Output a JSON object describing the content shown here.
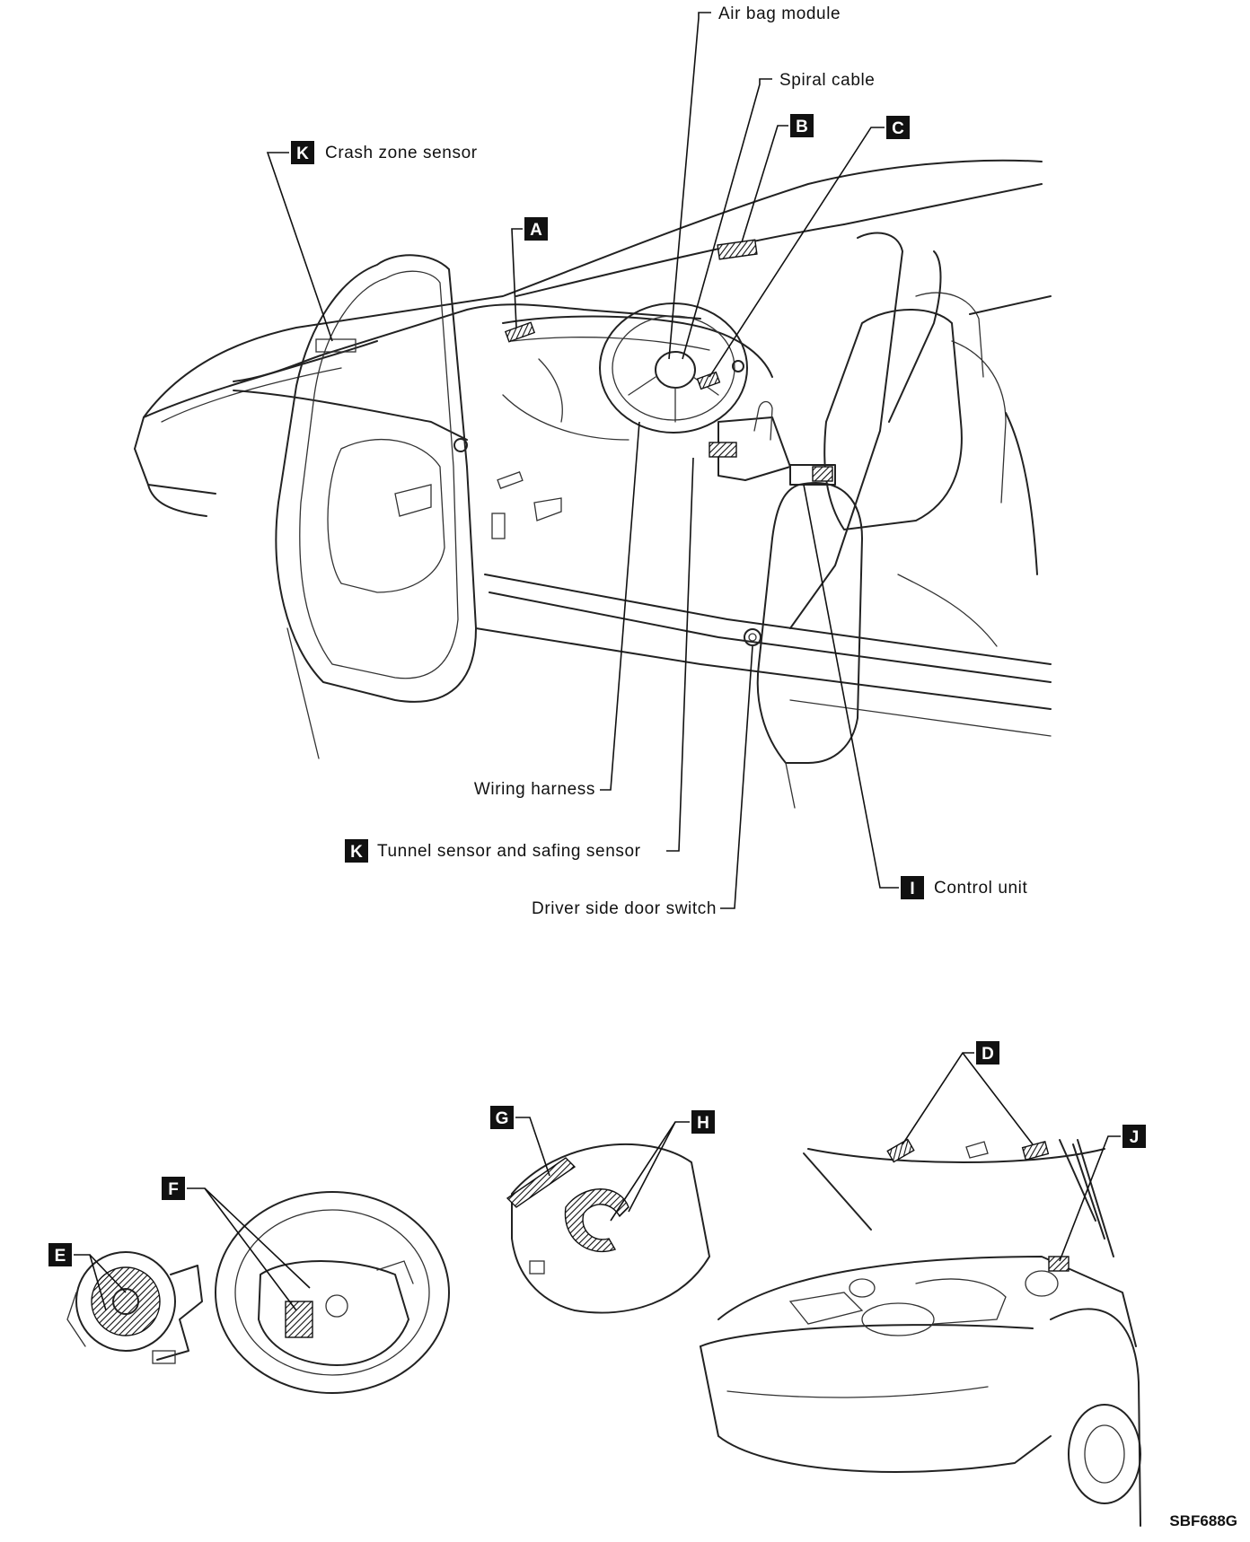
{
  "callouts": {
    "air_bag_module": "Air bag module",
    "spiral_cable": "Spiral cable",
    "crash_zone_sensor": "Crash zone sensor",
    "wiring_harness": "Wiring harness",
    "tunnel_sensor": "Tunnel sensor and safing sensor",
    "driver_door_switch": "Driver side door switch",
    "control_unit": "Control unit"
  },
  "codes": {
    "K_crash": "K",
    "K_tunnel": "K",
    "I_control": "I",
    "A": "A",
    "B": "B",
    "C": "C",
    "D": "D",
    "E": "E",
    "F": "F",
    "G": "G",
    "H": "H",
    "J": "J"
  },
  "figure_id": "SBF688G"
}
